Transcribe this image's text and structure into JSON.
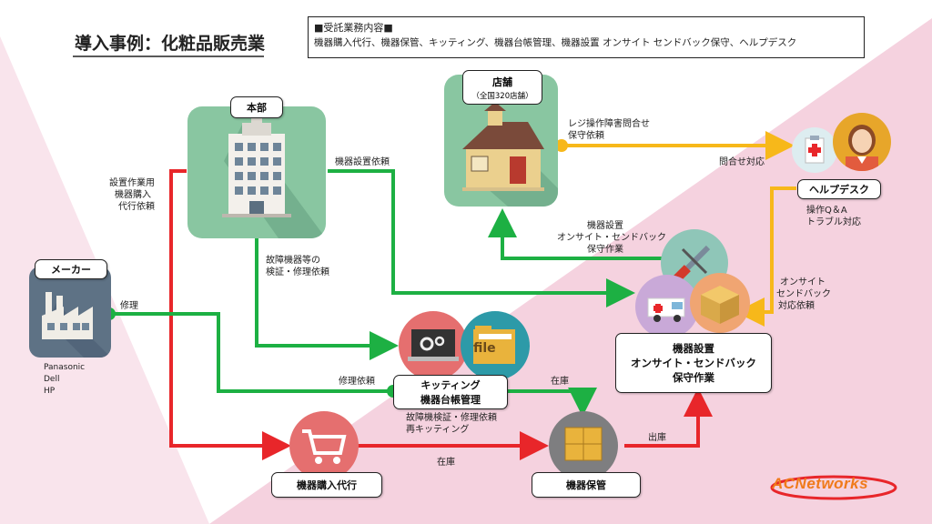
{
  "title": "導入事例：化粧品販売業",
  "services": {
    "heading": "■受託業務内容■",
    "list": "機器購入代行、機器保管、キッティング、機器台帳管理、機器設置 オンサイト センドバック保守、ヘルプデスク"
  },
  "nodes": {
    "honbu": "本部",
    "maker": "メーカー",
    "tenpo": "店舗",
    "tenpo_sub": "（全国320店舗）",
    "helpdesk": "ヘルプデスク",
    "kitting_line1": "キッティング",
    "kitting_line2": "機器台帳管理",
    "setchi_line1": "機器設置",
    "setchi_line2": "オンサイト・センドバック",
    "setchi_line3": "保守作業",
    "kounyu": "機器購入代行",
    "hokan": "機器保管"
  },
  "labels": {
    "maker_brands": [
      "Panasonic",
      "Dell",
      "HP"
    ],
    "setchi_request": [
      "設置作業用",
      "機器購入",
      "代行依頼"
    ],
    "kiki_setchi_irai": "機器設置依頼",
    "kosho_kensho": [
      "故障機器等の",
      "検証・修理依頼"
    ],
    "shuri": "修理",
    "shuri_irai": "修理依頼",
    "zaiko_right": "在庫",
    "zaiko_bottom": "在庫",
    "shukko": "出庫",
    "kosho_saikitting": [
      "故障機検証・修理依頼",
      "再キッティング"
    ],
    "reji": [
      "レジ操作障害問合せ",
      "保守依頼"
    ],
    "toiawase": "問合せ対応",
    "sosa_qa": [
      "操作Q＆A",
      "トラブル対応"
    ],
    "onsite_irai": [
      "オンサイト",
      "センドバック",
      "対応依頼"
    ],
    "onsite_work": [
      "機器設置",
      "オンサイト・センドバック",
      "保守作業"
    ]
  },
  "logo": "ACNetworks",
  "file_icon_text": "file",
  "colors": {
    "green": "#1DB043",
    "red": "#E8262A",
    "yellow": "#F7B81A",
    "pink_bg": "#F5D2DF"
  }
}
